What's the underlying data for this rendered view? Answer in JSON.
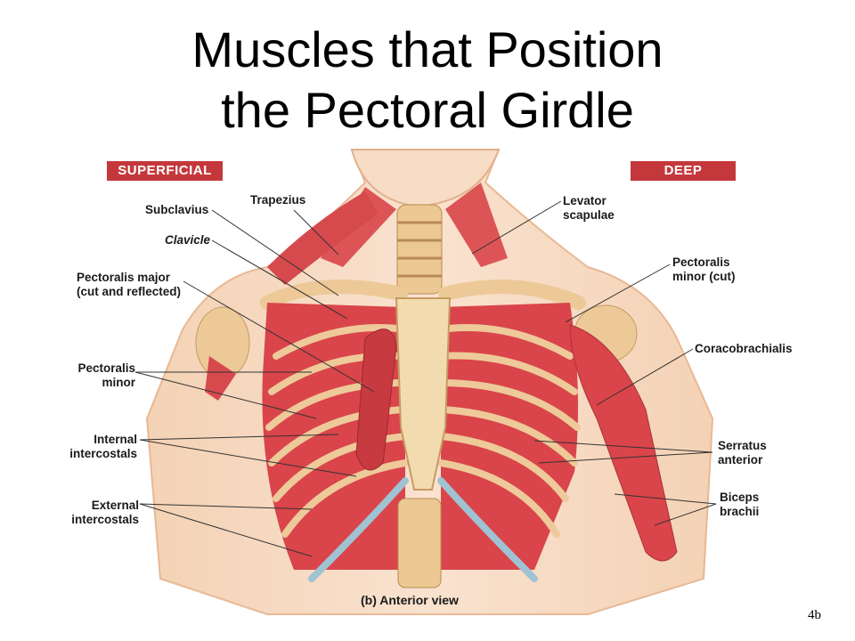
{
  "title": {
    "line1": "Muscles that Position",
    "line2": "the Pectoral Girdle"
  },
  "tags": {
    "superficial": "SUPERFICIAL",
    "deep": "DEEP"
  },
  "labels": {
    "trapezius": "Trapezius",
    "subclavius": "Subclavius",
    "clavicle": "Clavicle",
    "pec_major": [
      "Pectoralis major",
      "(cut and reflected)"
    ],
    "pec_minor_left": [
      "Pectoralis",
      "minor"
    ],
    "internal_intercostals": [
      "Internal",
      "intercostals"
    ],
    "external_intercostals": [
      "External",
      "intercostals"
    ],
    "levator_scapulae": [
      "Levator",
      "scapulae"
    ],
    "pec_minor_cut": [
      "Pectoralis",
      "minor (cut)"
    ],
    "coracobrachialis": "Coracobrachialis",
    "serratus_anterior": [
      "Serratus",
      "anterior"
    ],
    "biceps_brachii": [
      "Biceps",
      "brachii"
    ]
  },
  "caption": "(b) Anterior view",
  "figure_ref": "4b",
  "colors": {
    "muscle": "#d9454a",
    "bone": "#f2d3a4",
    "cartilage": "#9fc3d3",
    "skin": "#f6d8bf",
    "tag": "#c4383c"
  }
}
